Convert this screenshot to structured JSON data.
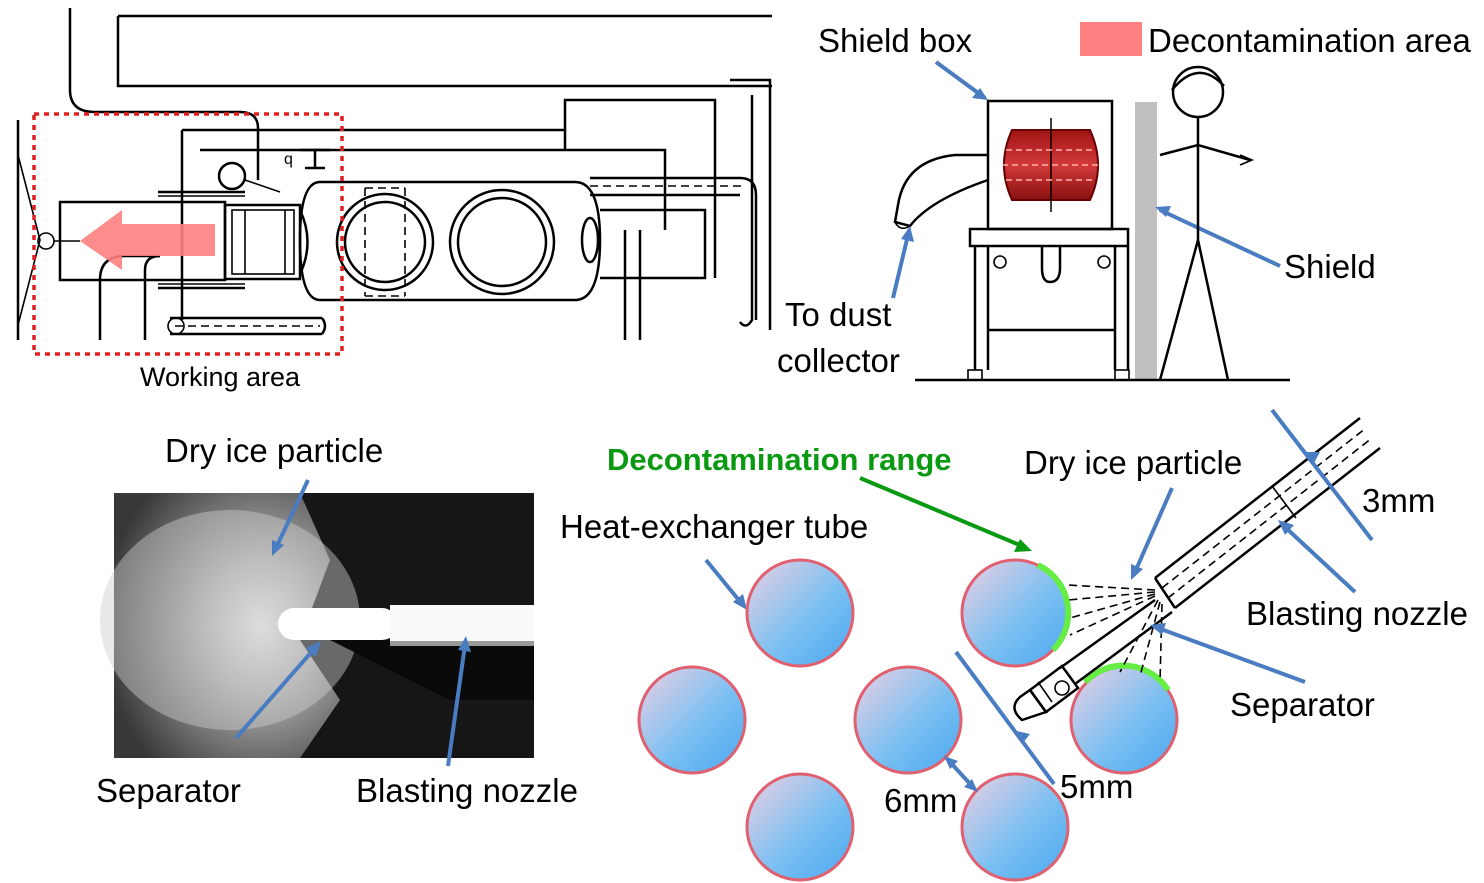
{
  "labels": {
    "working_area": "Working area",
    "shield_box": "Shield box",
    "decontamination_area": "Decontamination area",
    "shield": "Shield",
    "to_dust_collector_line1": "To dust",
    "to_dust_collector_line2": "collector",
    "dry_ice_particle_photo": "Dry ice particle",
    "separator_photo": "Separator",
    "blasting_nozzle_photo": "Blasting nozzle",
    "decontamination_range": "Decontamination range",
    "heat_exchanger_tube": "Heat-exchanger tube",
    "dry_ice_particle_diagram": "Dry ice particle",
    "blasting_nozzle_diagram": "Blasting nozzle",
    "separator_diagram": "Separator",
    "dim_3mm": "3mm",
    "dim_5mm": "5mm",
    "dim_6mm": "6mm"
  },
  "colors": {
    "arrow_blue": "#4a7cc2",
    "decon_red": "#ff8080",
    "decon_green": "#0a9a12",
    "range_highlight": "#66ee44",
    "tube_fill_a": "#5bb4f5",
    "tube_fill_b": "#e8c8dc",
    "tube_stroke": "#e06070",
    "working_area_border": "#e02020"
  },
  "icons": {
    "arrow": "arrow-icon",
    "person": "person-icon"
  }
}
